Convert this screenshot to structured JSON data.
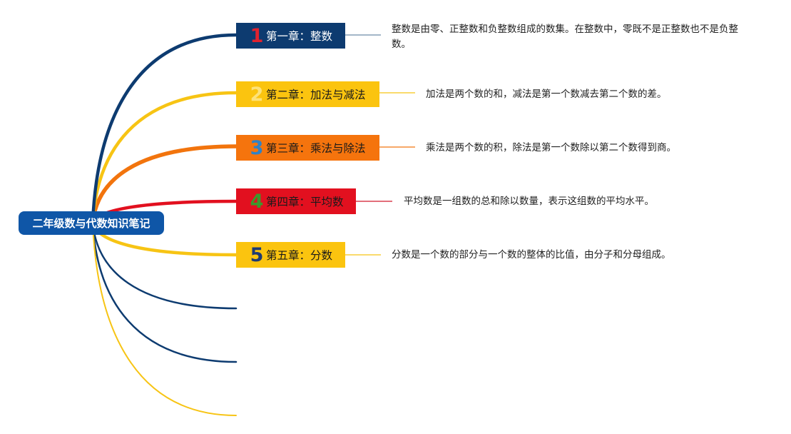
{
  "root": {
    "title": "二年级数与代数知识笔记"
  },
  "chapters": [
    {
      "number": "1",
      "title": "第一章：整数",
      "note": "整数是由零、正整数和负整数组成的数集。在整数中，零既不是正整数也不是负整数。",
      "box_color": "#0d3b70",
      "text_color": "#ffffff",
      "number_color": "#e0222e",
      "branch_color": "#0d3b70",
      "note_line_color": "#6c8aa6"
    },
    {
      "number": "2",
      "title": "第二章：加法与减法",
      "note": "加法是两个数的和，减法是第一个数减去第二个数的差。",
      "box_color": "#fbc40f",
      "text_color": "#1a1a1a",
      "number_color": "#fde27a",
      "branch_color": "#f7c414",
      "note_line_color": "#f7c414"
    },
    {
      "number": "3",
      "title": "第三章：乘法与除法",
      "note": "乘法是两个数的积，除法是第一个数除以第二个数得到商。",
      "box_color": "#f5740d",
      "text_color": "#1a1a1a",
      "number_color": "#2f82c6",
      "branch_color": "#f2740d",
      "note_line_color": "#f2740d"
    },
    {
      "number": "4",
      "title": "第四章：平均数",
      "note": "平均数是一组数的总和除以数量，表示这组数的平均水平。",
      "box_color": "#e2101f",
      "text_color": "#1a1a1a",
      "number_color": "#3a9a2d",
      "branch_color": "#e2101f",
      "note_line_color": "#d2192a"
    },
    {
      "number": "5",
      "title": "第五章：分数",
      "note": "分数是一个数的部分与一个数的整体的比值，由分子和分母组成。",
      "box_color": "#fbc40f",
      "text_color": "#1a1a1a",
      "number_color": "#1e3a72",
      "branch_color": "#f7c414",
      "note_line_color": "#f7c414"
    }
  ],
  "empty_branches": [
    {
      "branch_color": "#0d3b70"
    },
    {
      "branch_color": "#0d3b70"
    },
    {
      "branch_color": "#f7c414"
    }
  ]
}
